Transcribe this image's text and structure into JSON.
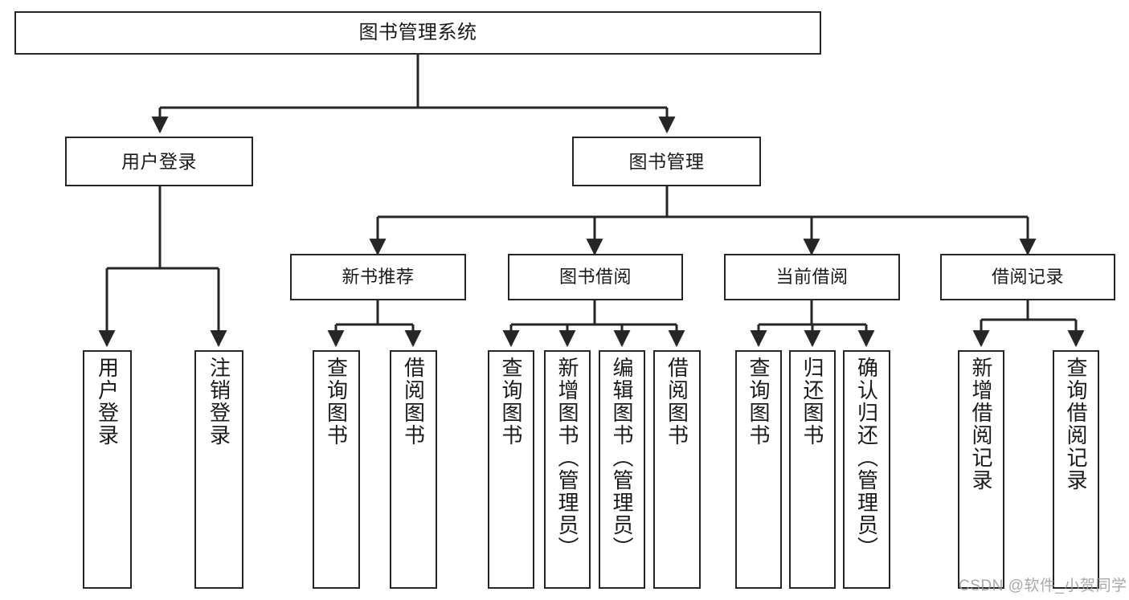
{
  "diagram": {
    "title": "图书管理系统",
    "watermark": "CSDN @软件_小贺同学",
    "type": "tree",
    "line_color": "#262626",
    "box_fill": "#ffffff",
    "text_color": "#1a1a1a",
    "nodes": {
      "root": {
        "label": "图书管理系统"
      },
      "user_login": {
        "label": "用户登录"
      },
      "book_manage": {
        "label": "图书管理"
      },
      "new_book_rec": {
        "label": "新书推荐"
      },
      "book_borrow": {
        "label": "图书借阅"
      },
      "current_borrow": {
        "label": "当前借阅"
      },
      "borrow_record": {
        "label": "借阅记录"
      },
      "leaf_user_login": {
        "label": "用户登录"
      },
      "leaf_logout": {
        "label": "注销登录"
      },
      "leaf_query_book_1": {
        "label": "查询图书"
      },
      "leaf_borrow_book_1": {
        "label": "借阅图书"
      },
      "leaf_query_book_2": {
        "label": "查询图书"
      },
      "leaf_add_book": {
        "label": "新增图书（管理员）"
      },
      "leaf_edit_book": {
        "label": "编辑图书（管理员）"
      },
      "leaf_borrow_book_2": {
        "label": "借阅图书"
      },
      "leaf_query_book_3": {
        "label": "查询图书"
      },
      "leaf_return_book": {
        "label": "归还图书"
      },
      "leaf_confirm_return": {
        "label": "确认归还（管理员）"
      },
      "leaf_add_record": {
        "label": "新增借阅记录"
      },
      "leaf_query_record": {
        "label": "查询借阅记录"
      }
    }
  }
}
